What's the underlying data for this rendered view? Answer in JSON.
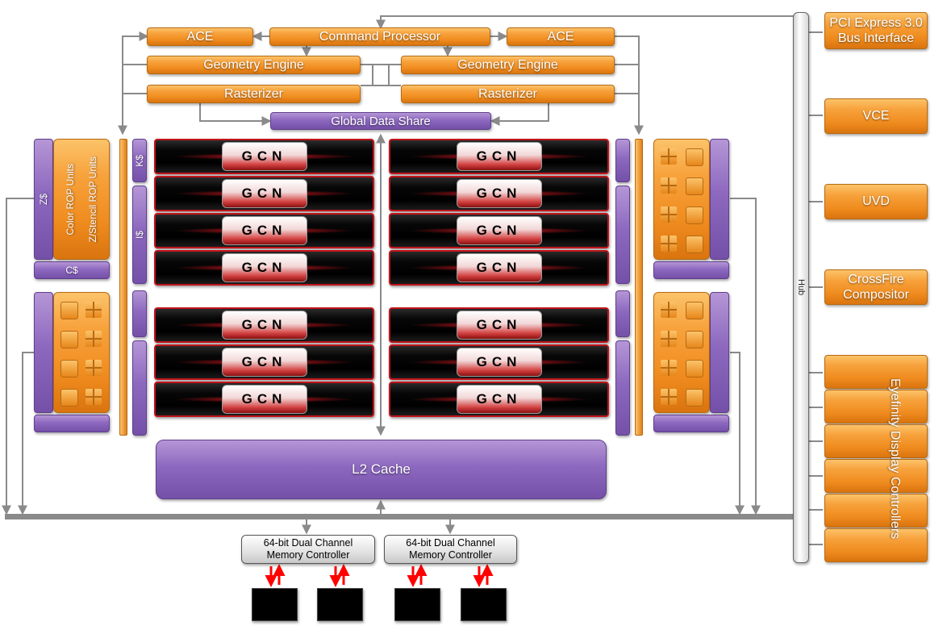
{
  "colors": {
    "block_orange": "#f0901f",
    "block_purple": "#8462b8",
    "gcn_red": "#c0141b",
    "wire_gray": "#8a8a8a",
    "mem_arrow_red": "#ff0000"
  },
  "front_end": {
    "ace_left": "ACE",
    "command_processor": "Command Processor",
    "ace_right": "ACE",
    "geometry_engine_left": "Geometry Engine",
    "geometry_engine_right": "Geometry Engine",
    "rasterizer_left": "Rasterizer",
    "rasterizer_right": "Rasterizer",
    "global_data_share": "Global Data Share"
  },
  "compute_units": {
    "label": "GCN",
    "count_per_column": 7,
    "columns": 2
  },
  "caches": {
    "k_cache": "K$",
    "i_cache": "I$",
    "z_cache": "Z$",
    "c_cache": "C$",
    "l2_cache": "L2 Cache"
  },
  "rop": {
    "color_rop_units": "Color ROP Units",
    "z_stencil_rop_units": "Z/Stencil ROP Units"
  },
  "io": {
    "pci_express": "PCI Express 3.0 Bus Interface",
    "vce": "VCE",
    "uvd": "UVD",
    "crossfire": "CrossFire Compositor",
    "eyefinity": "Eyefinity Display Controllers",
    "hub": "Hub"
  },
  "memory": {
    "controller_left_line1": "64-bit Dual Channel",
    "controller_left_line2": "Memory Controller",
    "controller_right_line1": "64-bit Dual Channel",
    "controller_right_line2": "Memory Controller"
  }
}
